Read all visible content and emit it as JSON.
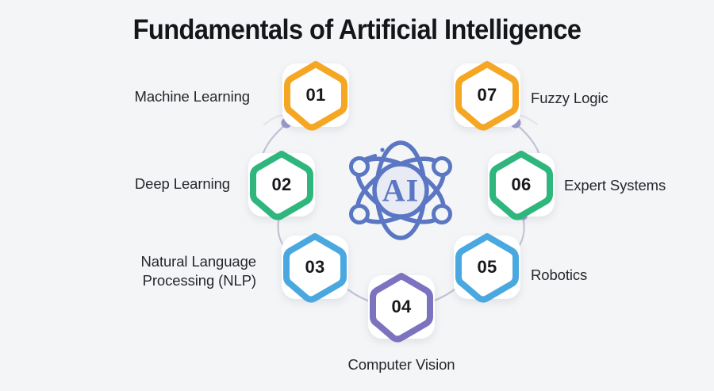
{
  "page": {
    "title": "Fundamentals of Artificial Intelligence",
    "background_color": "#f4f5f7"
  },
  "center": {
    "icon_name": "ai-atom-icon",
    "text": "AI",
    "color": "#5b77c4",
    "disc_fill": "#e8eaf4"
  },
  "connector": {
    "line_color": "#c2c2d6",
    "dot_color": "#9a98cf"
  },
  "nodes": [
    {
      "number": "01",
      "label": "Machine Learning",
      "color": "#f5a623",
      "side": "left"
    },
    {
      "number": "02",
      "label": "Deep Learning",
      "color": "#2fb67c",
      "side": "left"
    },
    {
      "number": "03",
      "label": "Natural Language\nProcessing (NLP)",
      "color": "#4aa8e0",
      "side": "left"
    },
    {
      "number": "04",
      "label": "Computer Vision",
      "color": "#7b73c0",
      "side": "bottom"
    },
    {
      "number": "05",
      "label": "Robotics",
      "color": "#4aa8e0",
      "side": "right"
    },
    {
      "number": "06",
      "label": "Expert Systems",
      "color": "#2fb67c",
      "side": "right"
    },
    {
      "number": "07",
      "label": "Fuzzy Logic",
      "color": "#f5a623",
      "side": "right"
    }
  ]
}
